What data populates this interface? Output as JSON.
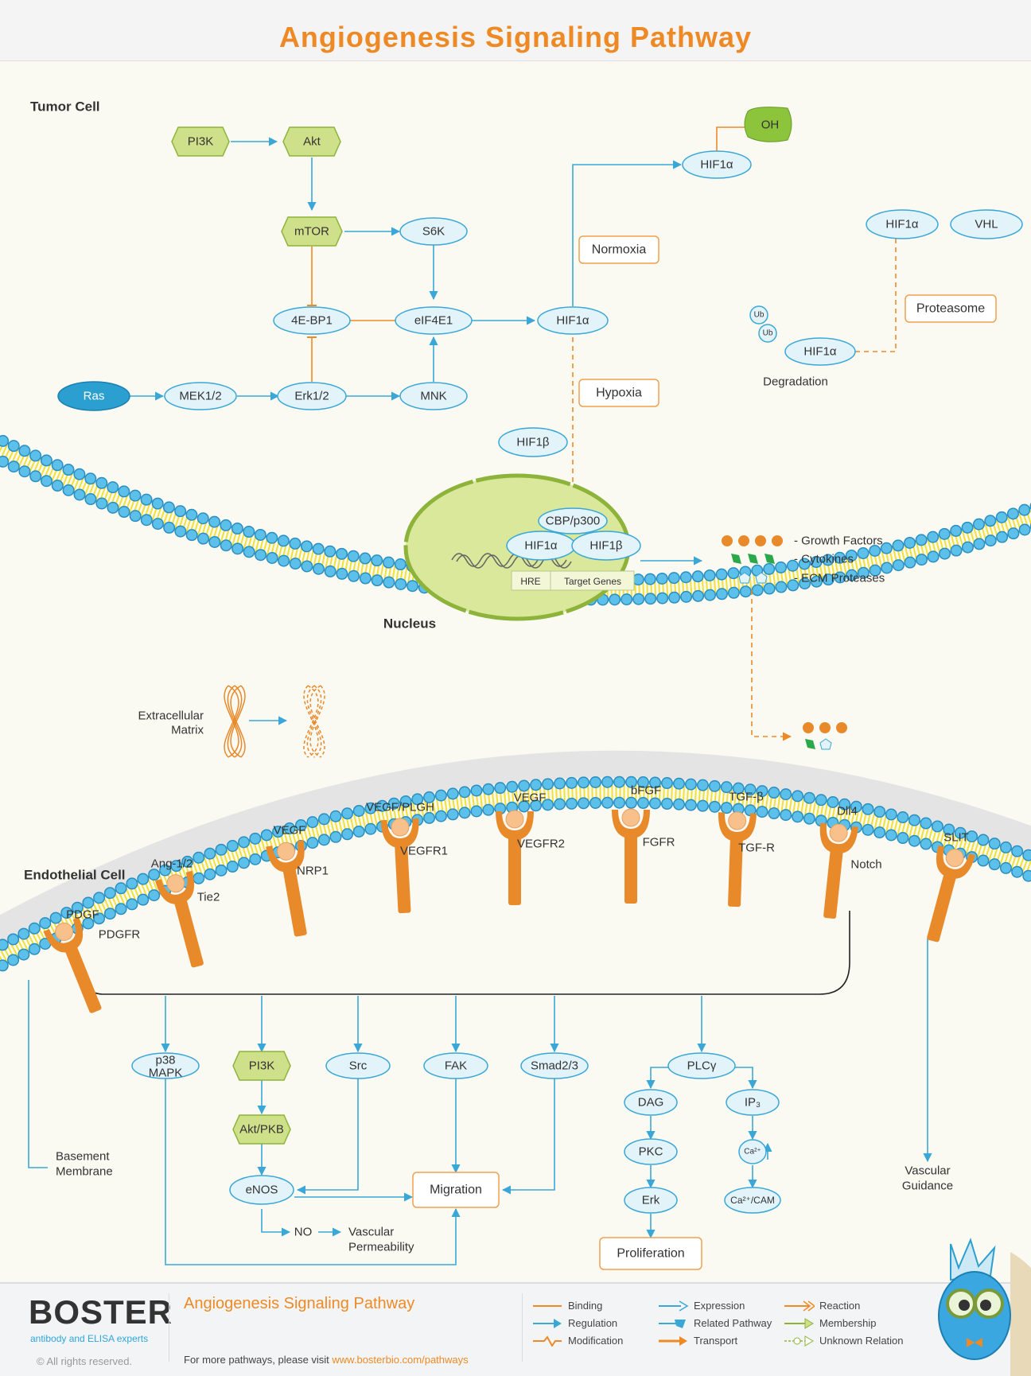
{
  "title": "Angiogenesis Signaling Pathway",
  "colors": {
    "accent": "#ee8a25",
    "protein_fill": "#e3f3fa",
    "protein_stroke": "#3aa7d6",
    "kinase_fill": "#cfe08a",
    "kinase_stroke": "#8db33a",
    "ras_fill": "#2a9fd0",
    "receptor": "#e8892a",
    "membrane_bead": "#48b3e0",
    "membrane_tail": "#f3e036"
  },
  "regions": {
    "tumor_cell": "Tumor Cell",
    "endothelial_cell": "Endothelial Cell",
    "nucleus": "Nucleus",
    "ecm_1": "Extracellular",
    "ecm_2": "Matrix",
    "basement_1": "Basement",
    "basement_2": "Membrane"
  },
  "tumor": {
    "pi3k": "PI3K",
    "akt": "Akt",
    "mtor": "mTOR",
    "s6k": "S6K",
    "bp1": "4E-BP1",
    "eif": "eIF4E1",
    "hif_mid": "HIF1α",
    "ras": "Ras",
    "mek": "MEK1/2",
    "erk": "Erk1/2",
    "mnk": "MNK",
    "hif_top": "HIF1α",
    "oh": "OH",
    "hif_vhl": "HIF1α",
    "vhl": "VHL",
    "ub1": "Ub",
    "ub2": "Ub",
    "hif_deg": "HIF1α",
    "degradation": "Degradation",
    "hif_b": "HIF1β",
    "normoxia": "Normoxia",
    "hypoxia": "Hypoxia",
    "proteasome": "Proteasome",
    "cbp": "CBP/p300",
    "n_hifa": "HIF1α",
    "n_hifb": "HIF1β",
    "hre": "HRE",
    "target": "Target Genes"
  },
  "secreted": {
    "growth": "- Growth Factors",
    "cytokines": "- Cytokines",
    "ecm": "- ECM Proteases"
  },
  "receptors": [
    {
      "ligand": "PDGF",
      "receptor": "PDGFR"
    },
    {
      "ligand": "Ang-1/2",
      "receptor": "Tie2"
    },
    {
      "ligand": "VEGF",
      "receptor": "NRP1"
    },
    {
      "ligand": "VEGF/PLGH",
      "receptor": "VEGFR1"
    },
    {
      "ligand": "VEGF",
      "receptor": "VEGFR2"
    },
    {
      "ligand": "bFGF",
      "receptor": "FGFR"
    },
    {
      "ligand": "TGF-β",
      "receptor": "TGF-R"
    },
    {
      "ligand": "Dll4",
      "receptor": "Notch"
    },
    {
      "ligand": "SLIT",
      "receptor": ""
    }
  ],
  "endo": {
    "p38a": "p38",
    "p38b": "MAPK",
    "pi3k2": "PI3K",
    "src": "Src",
    "fak": "FAK",
    "smad": "Smad2/3",
    "plc": "PLCγ",
    "dag": "DAG",
    "ip3": "IP₃",
    "pkc": "PKC",
    "ca": "Ca²⁺",
    "erk2": "Erk",
    "cacam": "Ca²⁺/CAM",
    "akt2": "Akt/PKB",
    "enos": "eNOS",
    "migration": "Migration",
    "proliferation": "Proliferation",
    "no": "NO",
    "vp1": "Vascular",
    "vp2": "Permeability",
    "vg1": "Vascular",
    "vg2": "Guidance"
  },
  "footer": {
    "logo": "BOSTER",
    "tagline": "antibody and ELISA experts",
    "copyright": "© All rights reserved.",
    "title": "Angiogenesis Signaling Pathway",
    "more": "For more pathways, please visit ",
    "link": "www.bosterbio.com/pathways",
    "legend": [
      "Binding",
      "Expression",
      "Reaction",
      "Regulation",
      "Related Pathway",
      "Membership",
      "Modification",
      "Transport",
      "Unknown Relation"
    ]
  }
}
